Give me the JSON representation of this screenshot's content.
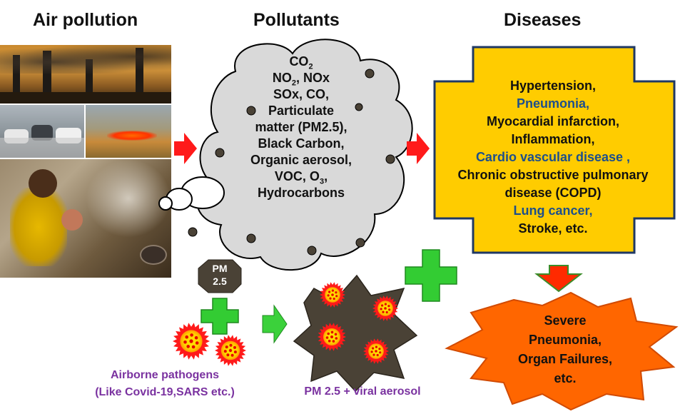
{
  "headers": {
    "air_pollution": "Air pollution",
    "pollutants": "Pollutants",
    "diseases": "Diseases"
  },
  "pollutants": [
    {
      "pre": "CO",
      "sub": "2",
      "post": ""
    },
    {
      "pre": "NO",
      "sub": "2",
      "post": ", NOx"
    },
    {
      "pre": "SOx, CO,",
      "sub": "",
      "post": ""
    },
    {
      "pre": "Particulate",
      "sub": "",
      "post": ""
    },
    {
      "pre": "matter (PM2.5),",
      "sub": "",
      "post": ""
    },
    {
      "pre": "Black Carbon,",
      "sub": "",
      "post": ""
    },
    {
      "pre": "Organic aerosol,",
      "sub": "",
      "post": ""
    },
    {
      "pre": "VOC,  O",
      "sub": "3",
      "post": ","
    },
    {
      "pre": "Hydrocarbons",
      "sub": "",
      "post": ""
    }
  ],
  "diseases": [
    {
      "text": "Hypertension,",
      "color": "#111111"
    },
    {
      "text": "Pneumonia,",
      "color": "#1d4f8c"
    },
    {
      "text": "Myocardial infarction,",
      "color": "#111111"
    },
    {
      "text": "Inflammation,",
      "color": "#111111"
    },
    {
      "text": "Cardio vascular disease ,",
      "color": "#1d4f8c"
    },
    {
      "text": "Chronic obstructive pulmonary",
      "color": "#111111"
    },
    {
      "text": "disease (COPD)",
      "color": "#111111"
    },
    {
      "text": "Lung cancer,",
      "color": "#1d4f8c"
    },
    {
      "text": "Stroke, etc.",
      "color": "#111111"
    }
  ],
  "severe": [
    "Severe",
    "Pneumonia,",
    "Organ Failures,",
    "etc."
  ],
  "pm_badge": {
    "line1": "PM",
    "line2": "2.5"
  },
  "airborne": {
    "line1": "Airborne pathogens",
    "line2": "(Like Covid-19,SARS etc.)"
  },
  "aerosol_label": "PM 2.5 + viral aerosol",
  "colors": {
    "arrow_red": "#ff1a1a",
    "arrow_green": "#3bd13b",
    "plus_green": "#33cc33",
    "cloud_fill": "#d9d9d9",
    "disease_fill": "#ffcc00",
    "disease_border": "#1f3864",
    "star_fill": "#ff6600",
    "octagon_fill": "#4a4236",
    "text_purple": "#7a32a0",
    "text_blue": "#1d4f8c"
  }
}
